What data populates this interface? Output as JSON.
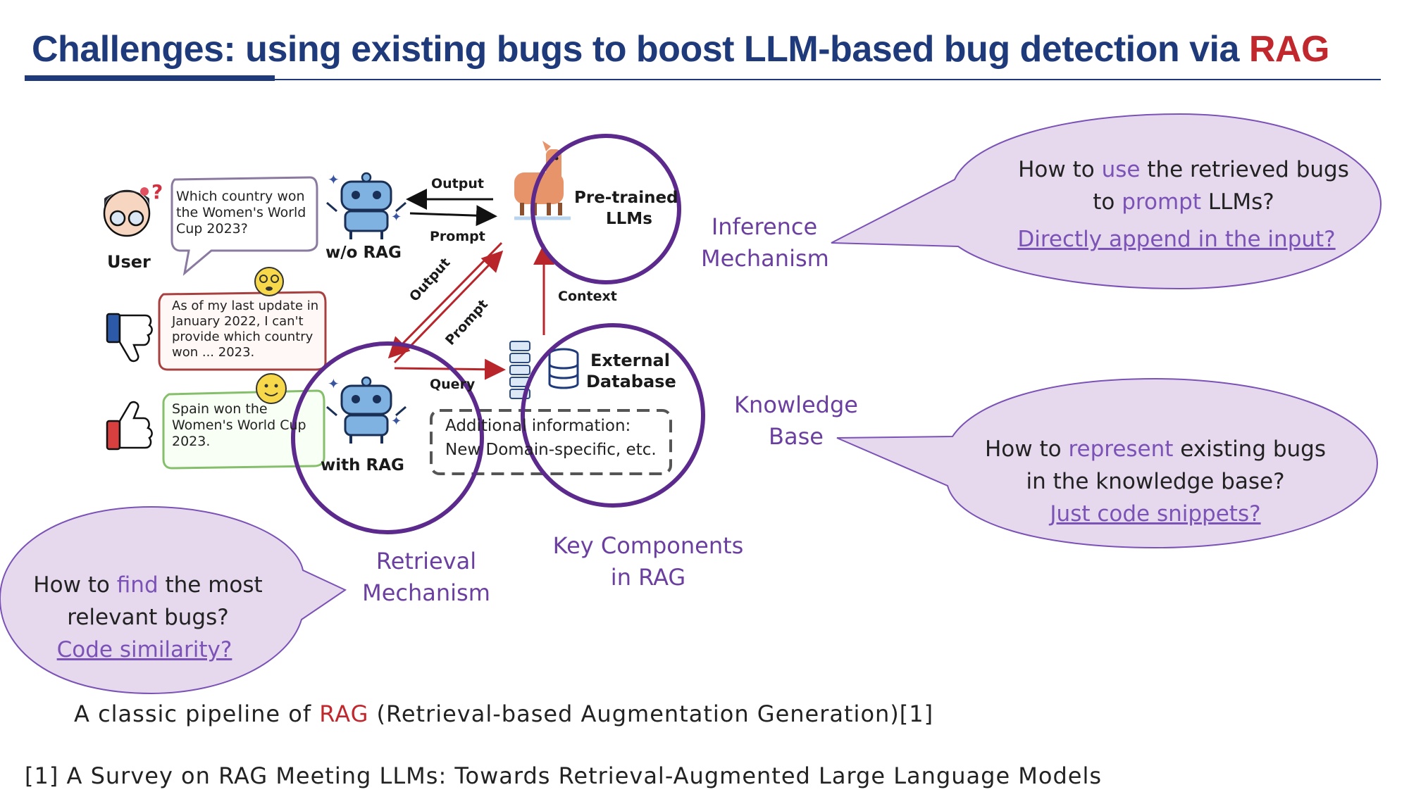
{
  "title": {
    "main": "Challenges: using existing bugs to boost LLM-based bug detection via ",
    "accent": "RAG"
  },
  "diagram": {
    "user_question": "Which country won the Women's World Cup 2023?",
    "user_label": "User",
    "wo_rag_label": "w/o RAG",
    "with_rag_label": "with RAG",
    "bad_answer": "As of my last update in January 2022, I can't provide which country won ... 2023.",
    "good_answer": "Spain won the Women's World Cup 2023.",
    "output_label": "Output",
    "prompt_label": "Prompt",
    "output_diag_label": "Output",
    "prompt_diag_label": "Prompt",
    "query_label": "Query",
    "context_label": "Context",
    "llm_label_1": "Pre-trained",
    "llm_label_2": "LLMs",
    "db_label_1": "External",
    "db_label_2": "Database",
    "additional_info_1": "Additional information:",
    "additional_info_2": "New Domain-specific, etc."
  },
  "components": {
    "inference_1": "Inference",
    "inference_2": "Mechanism",
    "knowledge_1": "Knowledge",
    "knowledge_2": "Base",
    "retrieval_1": "Retrieval",
    "retrieval_2": "Mechanism",
    "key_1": "Key Components",
    "key_2": "in RAG"
  },
  "callouts": {
    "inference": {
      "pre1": "How to ",
      "hl1": "use",
      "mid1": " the retrieved bugs",
      "pre2": "to ",
      "hl2": "prompt",
      "mid2": " LLMs?",
      "link": "Directly append in the input?"
    },
    "knowledge": {
      "pre1": "How to ",
      "hl1": "represent",
      "mid1": " existing bugs",
      "line2": "in the knowledge base?",
      "link": "Just code snippets?"
    },
    "retrieval": {
      "pre1": "How to ",
      "hl1": "find",
      "mid1": " the most",
      "line2": "relevant bugs?",
      "link": "Code similarity?"
    }
  },
  "caption": {
    "pre": "A classic pipeline of ",
    "red": "RAG",
    "post": " (Retrieval-based Augmentation Generation)[1]"
  },
  "reference": "[1] A Survey on RAG Meeting LLMs: Towards Retrieval-Augmented Large Language Models",
  "colors": {
    "title_blue": "#1f3a7a",
    "accent_red": "#c0282d",
    "purple_ring": "#5b2a8c",
    "callout_fill": "#e6d9ee",
    "callout_stroke": "#7b52b5"
  }
}
